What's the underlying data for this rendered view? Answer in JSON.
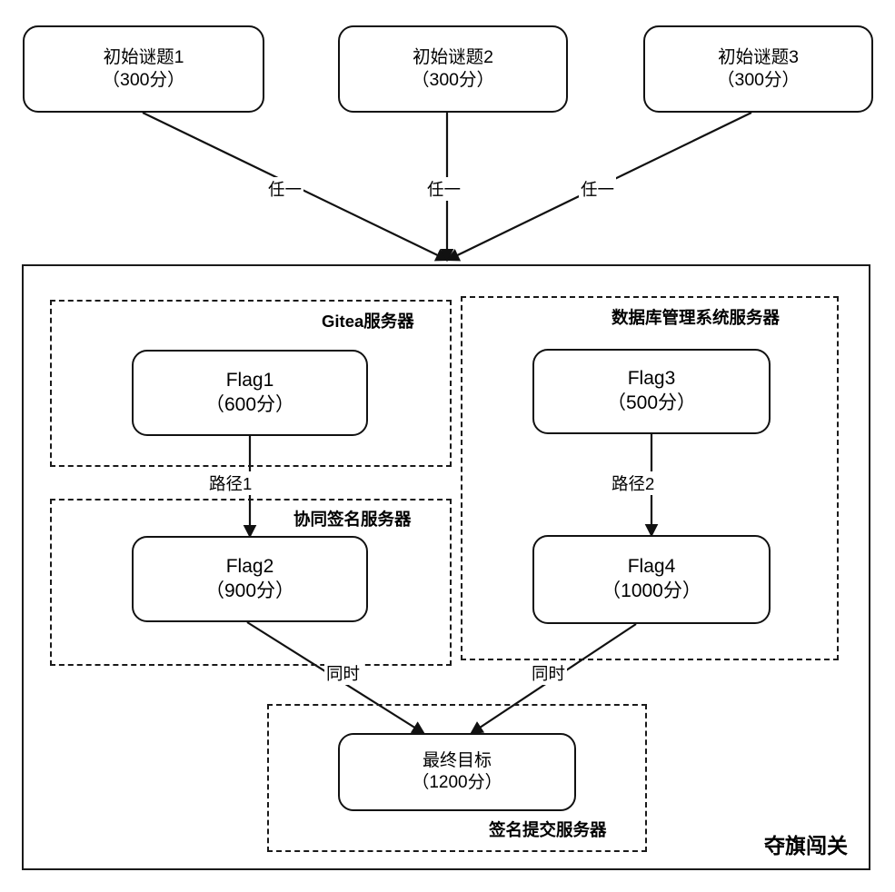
{
  "diagram": {
    "outer_container": {
      "label": "夺旗闯关"
    },
    "initial_nodes": [
      {
        "title": "初始谜题1",
        "score": "（300分）"
      },
      {
        "title": "初始谜题2",
        "score": "（300分）"
      },
      {
        "title": "初始谜题3",
        "score": "（300分）"
      }
    ],
    "groups": [
      {
        "label": "Gitea服务器"
      },
      {
        "label": "数据库管理系统服务器"
      },
      {
        "label": "协同签名服务器"
      },
      {
        "label": "签名提交服务器"
      }
    ],
    "flag_nodes": [
      {
        "title": "Flag1",
        "score": "（600分）"
      },
      {
        "title": "Flag3",
        "score": "（500分）"
      },
      {
        "title": "Flag2",
        "score": "（900分）"
      },
      {
        "title": "Flag4",
        "score": "（1000分）"
      }
    ],
    "goal_node": {
      "title": "最终目标",
      "score": "（1200分）"
    },
    "edge_labels": {
      "any_1": "任一",
      "any_2": "任一",
      "any_3": "任一",
      "path_1": "路径1",
      "path_2": "路径2",
      "sync_left": "同时",
      "sync_right": "同时"
    },
    "colors": {
      "stroke": "#1a1a1a",
      "node_stroke": "#111111",
      "text": "#000000",
      "background": "#ffffff"
    }
  }
}
